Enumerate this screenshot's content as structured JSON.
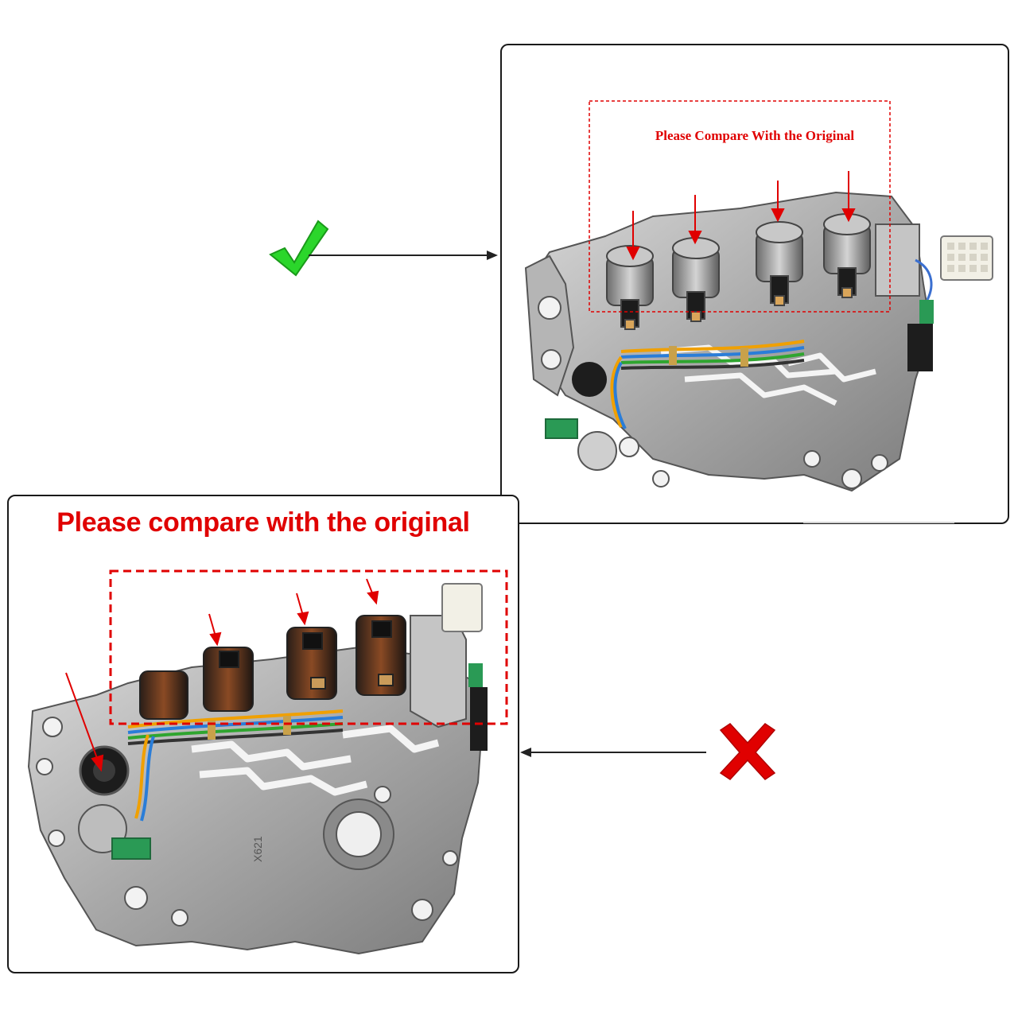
{
  "top_panel": {
    "caption": "Please Compare With the Original",
    "status_icon": "check-mark-icon",
    "status_color": "#2bd62b"
  },
  "bottom_panel": {
    "caption": "Please compare with the original",
    "status_icon": "cross-mark-icon",
    "status_color": "#e00000",
    "part_marking": "X621"
  },
  "colors": {
    "highlight": "#e00000",
    "arrow": "#222222",
    "frame": "#1a1a1a"
  }
}
